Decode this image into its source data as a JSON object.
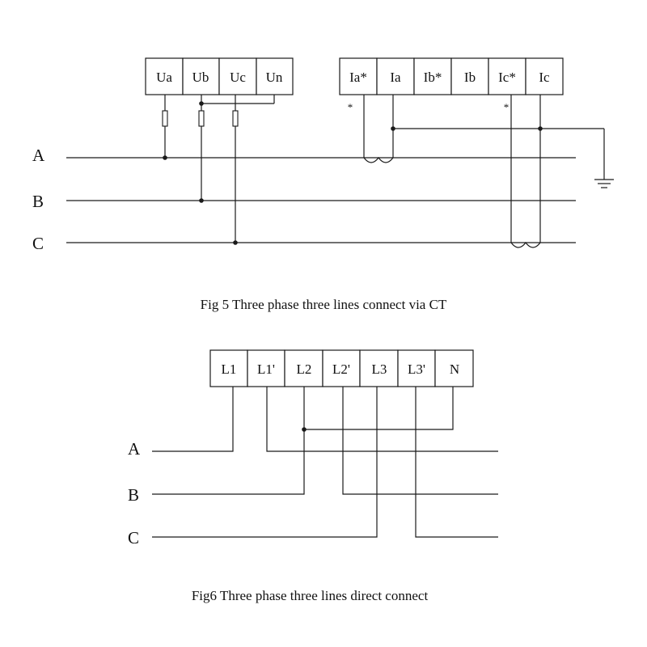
{
  "fig5": {
    "caption": "Fig 5 Three phase three lines connect via CT",
    "voltage_terminals": [
      "Ua",
      "Ub",
      "Uc",
      "Un"
    ],
    "current_terminals": [
      "Ia*",
      "Ia",
      "Ib*",
      "Ib",
      "Ic*",
      "Ic"
    ],
    "phases": [
      "A",
      "B",
      "C"
    ],
    "polarity_marks": [
      "*",
      "*"
    ]
  },
  "fig6": {
    "caption": "Fig6 Three phase three lines direct connect",
    "terminals": [
      "L1",
      "L1'",
      "L2",
      "L2'",
      "L3",
      "L3'",
      "N"
    ],
    "phases": [
      "A",
      "B",
      "C"
    ]
  },
  "colors": {
    "line": "#1a1a1a",
    "text": "#111111",
    "background": "#ffffff"
  }
}
